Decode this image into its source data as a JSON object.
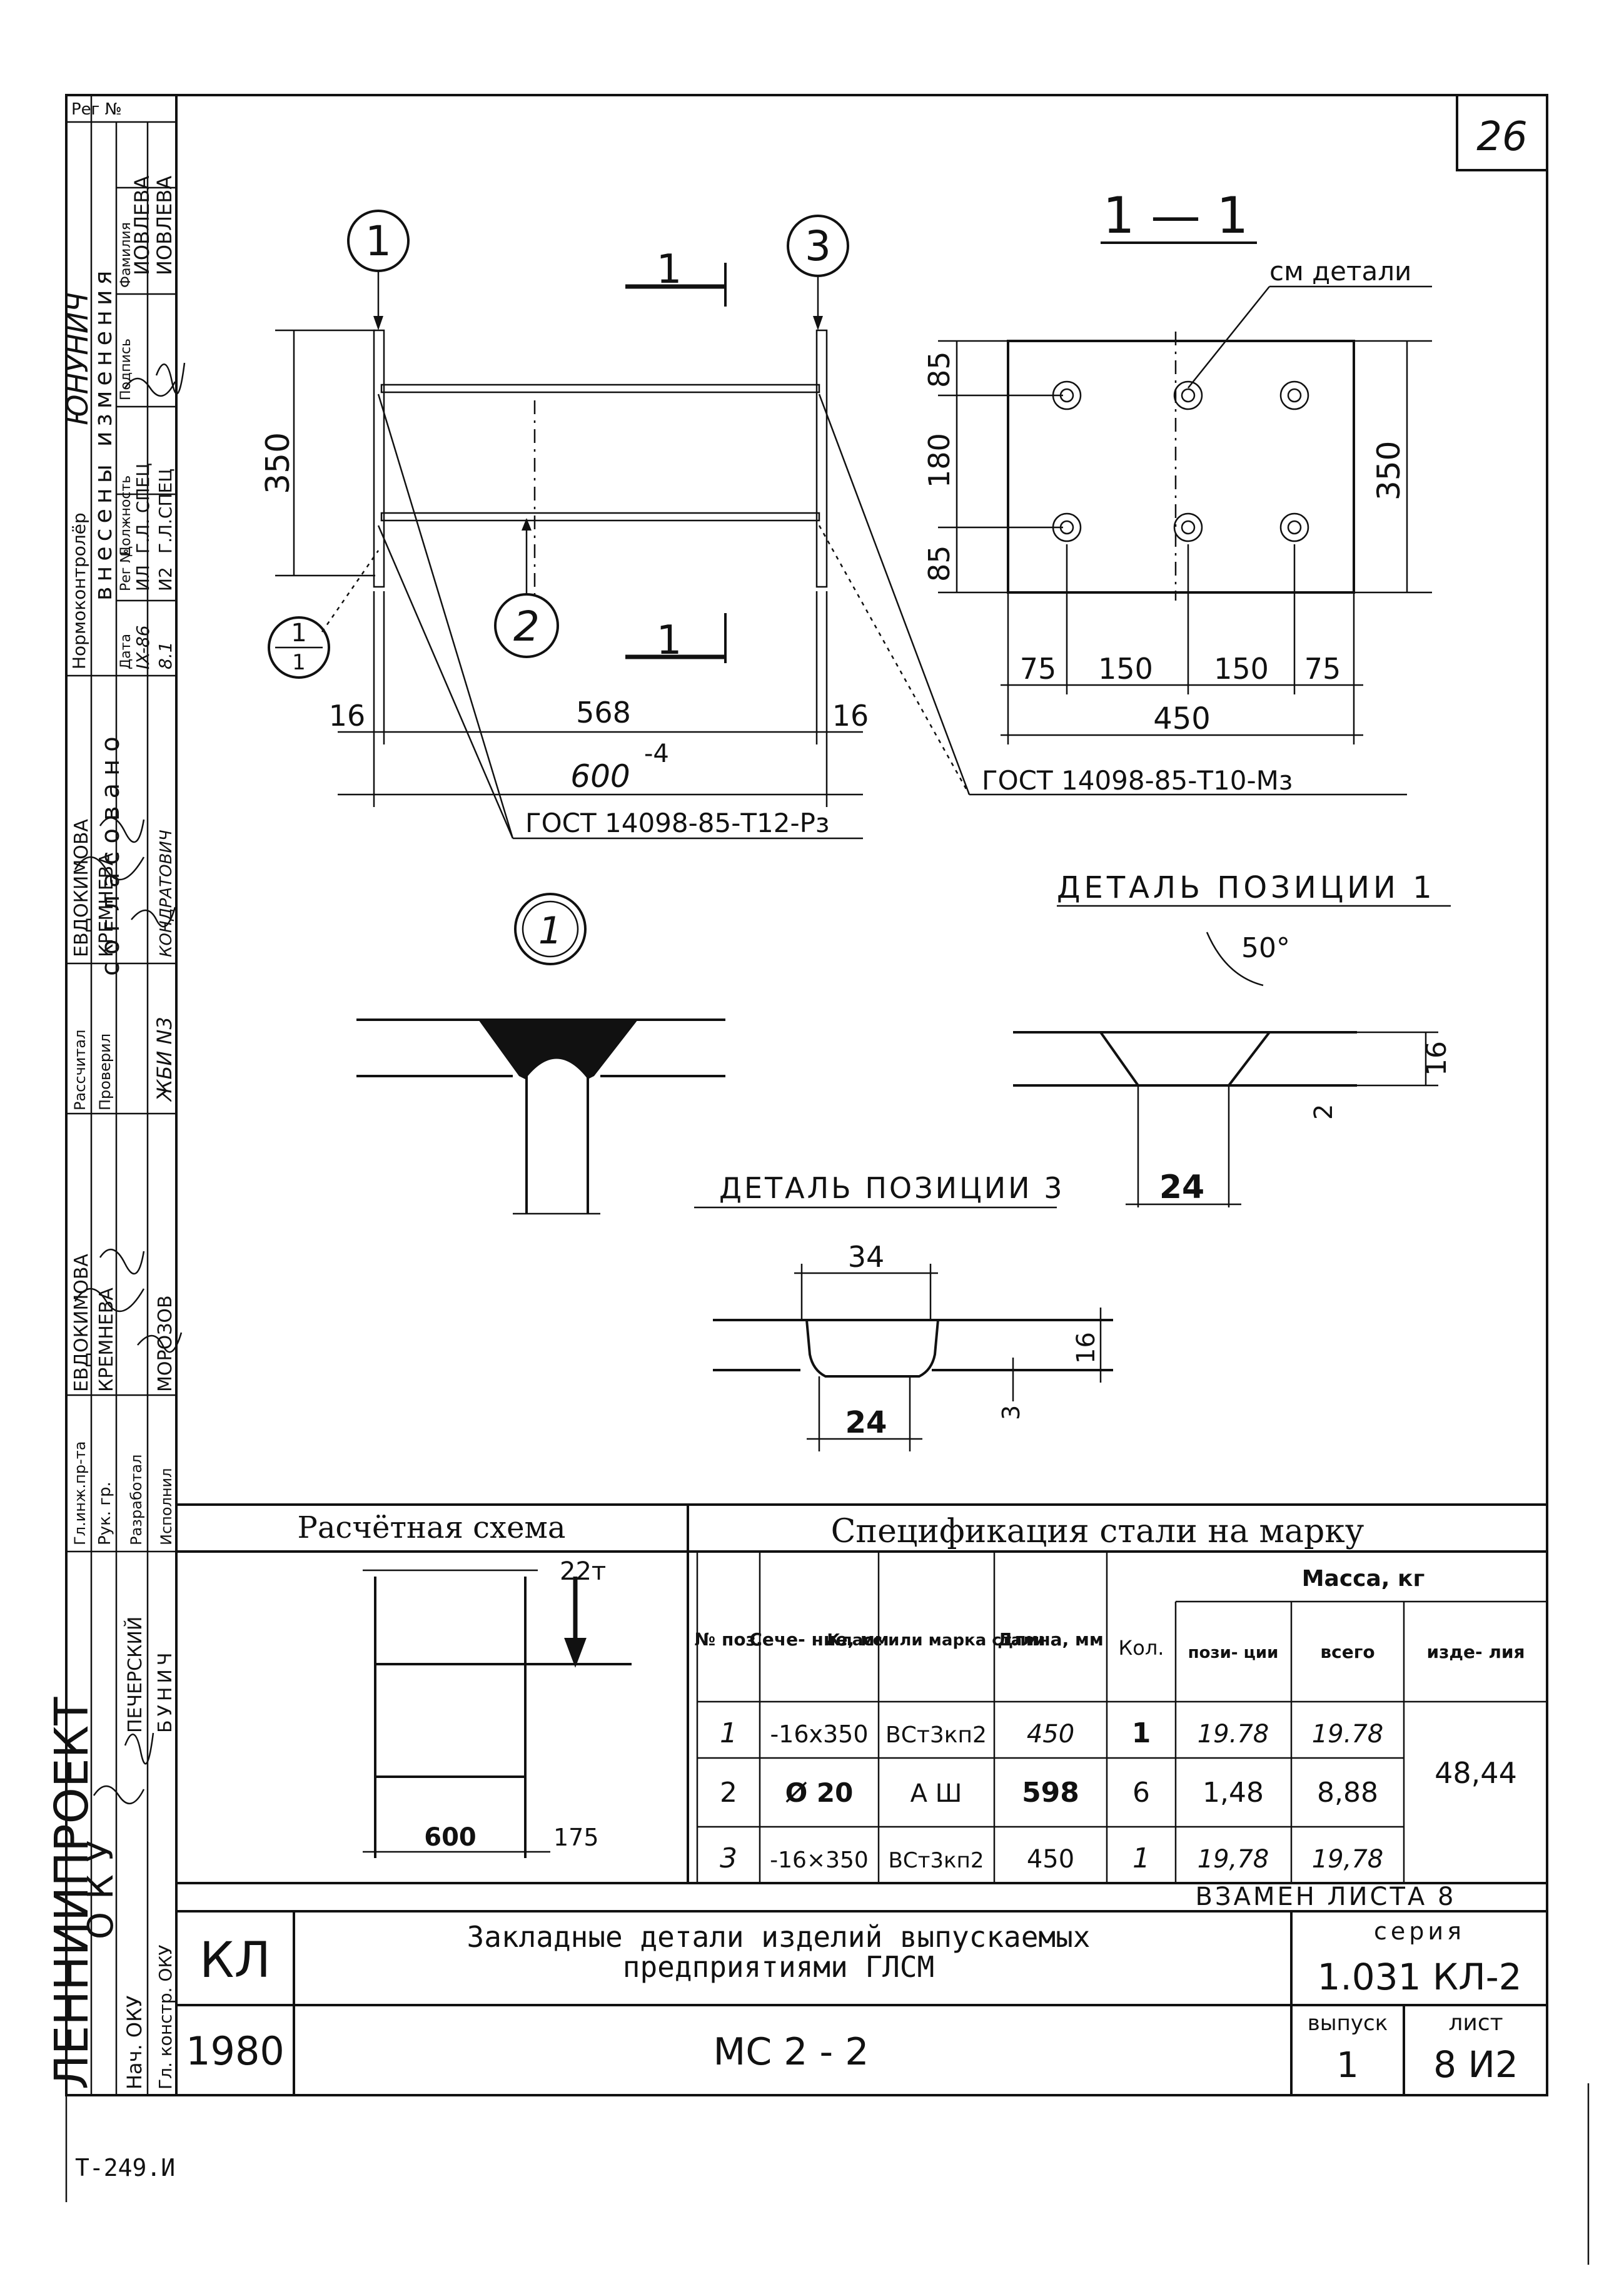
{
  "sheet_number": "26",
  "registration": {
    "reg_label": "Рег №",
    "norm_control": "Нормоконтролёр",
    "changes_header": "внесены изменения",
    "col_date": "Дата",
    "col_regno": "Рег №",
    "col_position": "Должность",
    "col_signature": "Подпись",
    "col_surname": "Фамилия",
    "surname_top": "ЮНУНИЧ",
    "row1": {
      "date": "IX-86",
      "regno": "ИЛ",
      "position": "Г.Л. СПЕЦ",
      "surname": "ИОВЛЕВА"
    },
    "row2": {
      "date": "8.1",
      "regno": "И2",
      "position": "Г.Л.СПЕЦ",
      "surname": "ИОВЛЕВА"
    },
    "agreed": "согласовано",
    "agreed_names": [
      "ЕВДОКИМОВА",
      "КРЕМНЕВА",
      "КОНДРАТОВИЧ"
    ],
    "calculated": "Рассчитал",
    "checked": "Проверил",
    "gbi": "ЖБИ N3",
    "names2": [
      "ЕВДОКИМОВА",
      "КРЕМНЕВА",
      "МОРОЗОВ"
    ],
    "roles": [
      "Гл.инж.пр-та",
      "Рук. гр.",
      "Разработал",
      "Исполнил"
    ],
    "org": "ЛЕННИИПРОЕКТ",
    "oku": "ОКУ",
    "roles2": [
      "Нач. ОКУ",
      "Гл. констр. ОКУ"
    ],
    "names3": [
      "ПЕЧЕРСКИЙ",
      "БУНИЧ"
    ]
  },
  "drawing": {
    "callout_1": "1",
    "callout_2": "2",
    "callout_3": "3",
    "section_mark": "1",
    "dim_350": "350",
    "dim_16_left": "16",
    "dim_568": "568",
    "dim_16_right": "16",
    "dim_600": "600",
    "dim_600_tol": "-4",
    "gost_left": "ГОСТ 14098-85-Т12-Рз",
    "gost_right": "ГОСТ 14098-85-Т10-Мз",
    "detail_1_callout": "1",
    "weld_mark_top": "1",
    "weld_mark_bottom": "1"
  },
  "section": {
    "title": "1 — 1",
    "see_details": "см детали",
    "dim_85_top": "85",
    "dim_180": "180",
    "dim_85_bottom": "85",
    "dim_350": "350",
    "dim_75_left": "75",
    "dim_150_left": "150",
    "dim_150_right": "150",
    "dim_75_right": "75",
    "dim_450": "450"
  },
  "detail_pos1": {
    "title": "ДЕТАЛЬ ПОЗИЦИИ 1",
    "angle": "50°",
    "dim_2": "2",
    "dim_16": "16",
    "dim_24": "24"
  },
  "detail_pos3": {
    "title": "ДЕТАЛЬ ПОЗИЦИИ 3",
    "dim_34": "34",
    "dim_16": "16",
    "dim_3": "3",
    "dim_24": "24"
  },
  "calc_scheme": {
    "title": "Расчётная схема",
    "load": "22т",
    "span": "600",
    "dim_175": "175"
  },
  "spec": {
    "title": "Спецификация стали на марку",
    "headers": {
      "pos": "№ поз.",
      "section": "Сече- ние, мм",
      "grade": "Класс или марка стали",
      "length": "Длина, мм",
      "qty": "Кол.",
      "mass": "Масса, кг",
      "mass_pos": "пози- ции",
      "mass_total": "всего",
      "mass_item": "изде- лия"
    },
    "rows": [
      {
        "pos": "1",
        "section": "-16x350",
        "grade": "ВСт3кп2",
        "length": "450",
        "qty": "1",
        "mass_pos": "19.78",
        "mass_total": "19.78"
      },
      {
        "pos": "2",
        "section": "Ø 20",
        "grade": "А Ш",
        "length": "598",
        "qty": "6",
        "mass_pos": "1,48",
        "mass_total": "8,88"
      },
      {
        "pos": "3",
        "section": "-16×350",
        "grade": "ВСт3кп2",
        "length": "450",
        "qty": "1",
        "mass_pos": "19,78",
        "mass_total": "19,78"
      }
    ],
    "item_mass": "48,44"
  },
  "title_block": {
    "replace_note": "ВЗАМЕН ЛИСТА 8",
    "code": "КЛ",
    "title_line1": "Закладные детали изделий выпускаемых",
    "title_line2": "предприятиями ГЛСМ",
    "series_label": "серия",
    "series_value": "1.031 КЛ-2",
    "year": "1980",
    "mark": "МС 2 - 2",
    "issue_label": "выпуск",
    "issue_value": "1",
    "sheet_label": "лист",
    "sheet_value": "8 И2"
  },
  "footer": {
    "code": "Т-249.И"
  }
}
